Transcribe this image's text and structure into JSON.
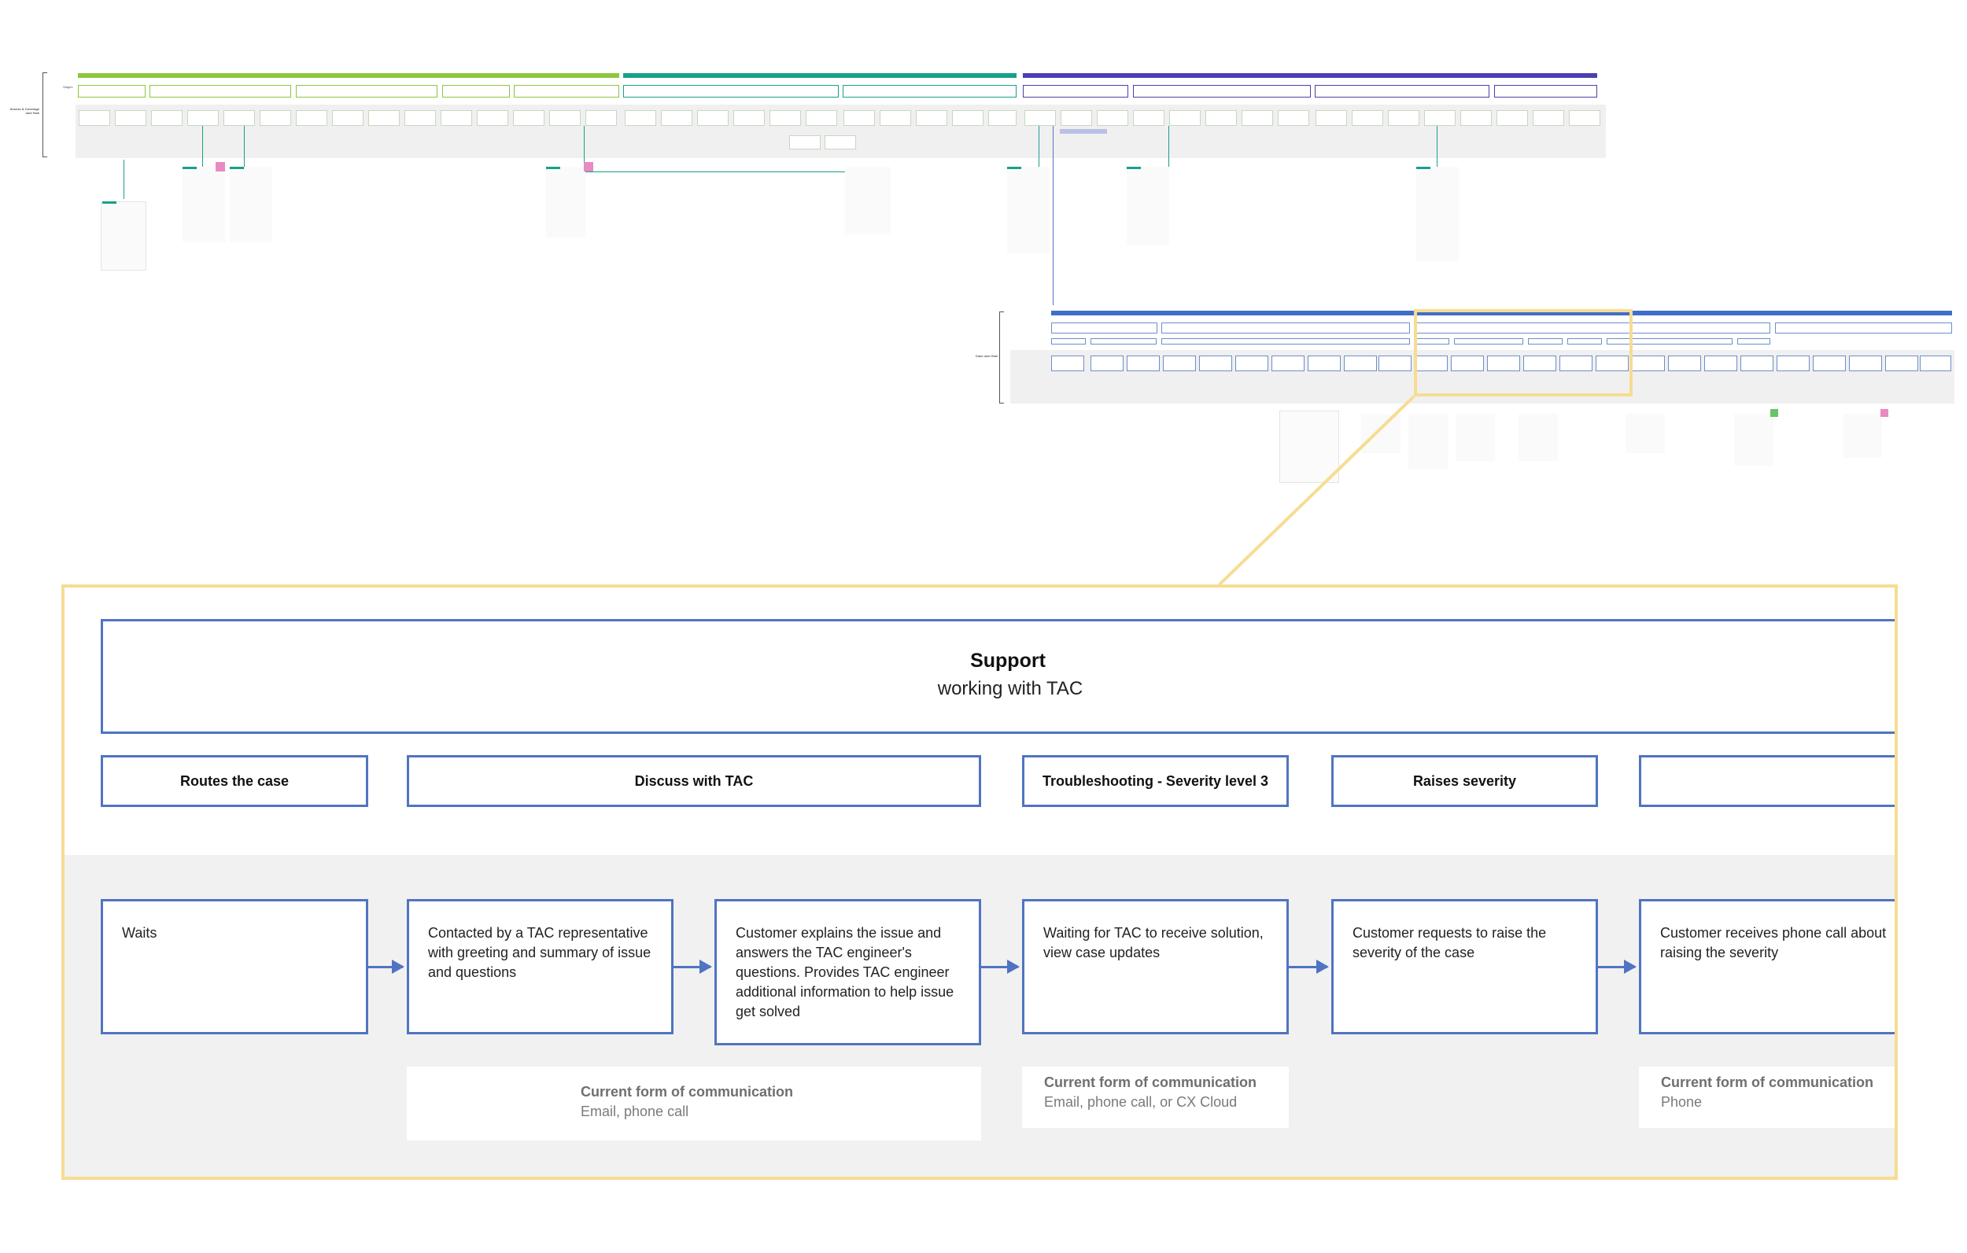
{
  "overview": {
    "top_labels": [
      "Assess & Coverage user flow",
      "Stages"
    ],
    "lower_label": "Case user flow"
  },
  "zoom": {
    "section_title": "Support",
    "section_subtitle": "working with TAC",
    "headers": [
      "Routes the case",
      "Discuss with TAC",
      "Troubleshooting - Severity level 3",
      "Raises severity",
      ""
    ],
    "steps": [
      "Waits",
      "Contacted by a TAC representative with greeting and summary of issue and questions",
      "Customer explains the issue and answers the TAC engineer's questions. Provides TAC engineer additional information to help issue get solved",
      "Waiting for TAC to receive solution, view case updates",
      "Customer requests to raise the severity of the case",
      "Customer receives phone call about raising the severity"
    ],
    "communications": [
      {
        "title": "Current form of communication",
        "detail": "Email, phone call"
      },
      {
        "title": "Current form of communication",
        "detail": "Email, phone call, or CX Cloud"
      },
      {
        "title": "Current form of communication",
        "detail": "Phone"
      }
    ]
  },
  "colors": {
    "green_band": "#8dc63f",
    "teal_band": "#17a08a",
    "purple_band": "#4b3fb3",
    "blue_band": "#3f6ec8",
    "highlight": "#f7dc92",
    "step_border": "#4f74c2"
  }
}
